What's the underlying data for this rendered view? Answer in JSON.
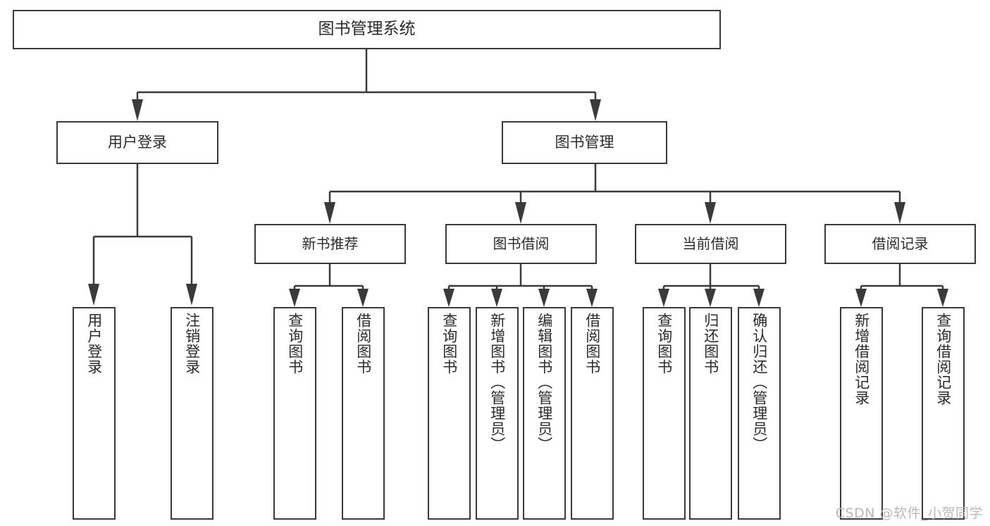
{
  "diagram": {
    "title": "图书管理系统",
    "type": "tree-hierarchy-diagram",
    "colors": {
      "box_border": "#3a3a3a",
      "box_fill": "#ffffff",
      "text": "#2b2b2b",
      "connector": "#3a3a3a",
      "watermark": "#b9b9b9",
      "background": "#ffffff"
    },
    "root": {
      "label": "图书管理系统"
    },
    "level1": [
      {
        "label": "用户登录"
      },
      {
        "label": "图书管理"
      }
    ],
    "level2": [
      {
        "label": "新书推荐"
      },
      {
        "label": "图书借阅"
      },
      {
        "label": "当前借阅"
      },
      {
        "label": "借阅记录"
      }
    ],
    "leaves": [
      {
        "label": "用户登录",
        "parent": "用户登录"
      },
      {
        "label": "注销登录",
        "parent": "用户登录"
      },
      {
        "label": "查询图书",
        "parent": "新书推荐"
      },
      {
        "label": "借阅图书",
        "parent": "新书推荐"
      },
      {
        "label": "查询图书",
        "parent": "图书借阅"
      },
      {
        "label": "新增图书（管理员）",
        "parent": "图书借阅"
      },
      {
        "label": "编辑图书（管理员）",
        "parent": "图书借阅"
      },
      {
        "label": "借阅图书",
        "parent": "图书借阅"
      },
      {
        "label": "查询图书",
        "parent": "当前借阅"
      },
      {
        "label": "归还图书",
        "parent": "当前借阅"
      },
      {
        "label": "确认归还（管理员）",
        "parent": "当前借阅"
      },
      {
        "label": "新增借阅记录",
        "parent": "借阅记录"
      },
      {
        "label": "查询借阅记录",
        "parent": "借阅记录"
      }
    ]
  },
  "watermark": {
    "text": "CSDN @软件_小贺同学"
  }
}
